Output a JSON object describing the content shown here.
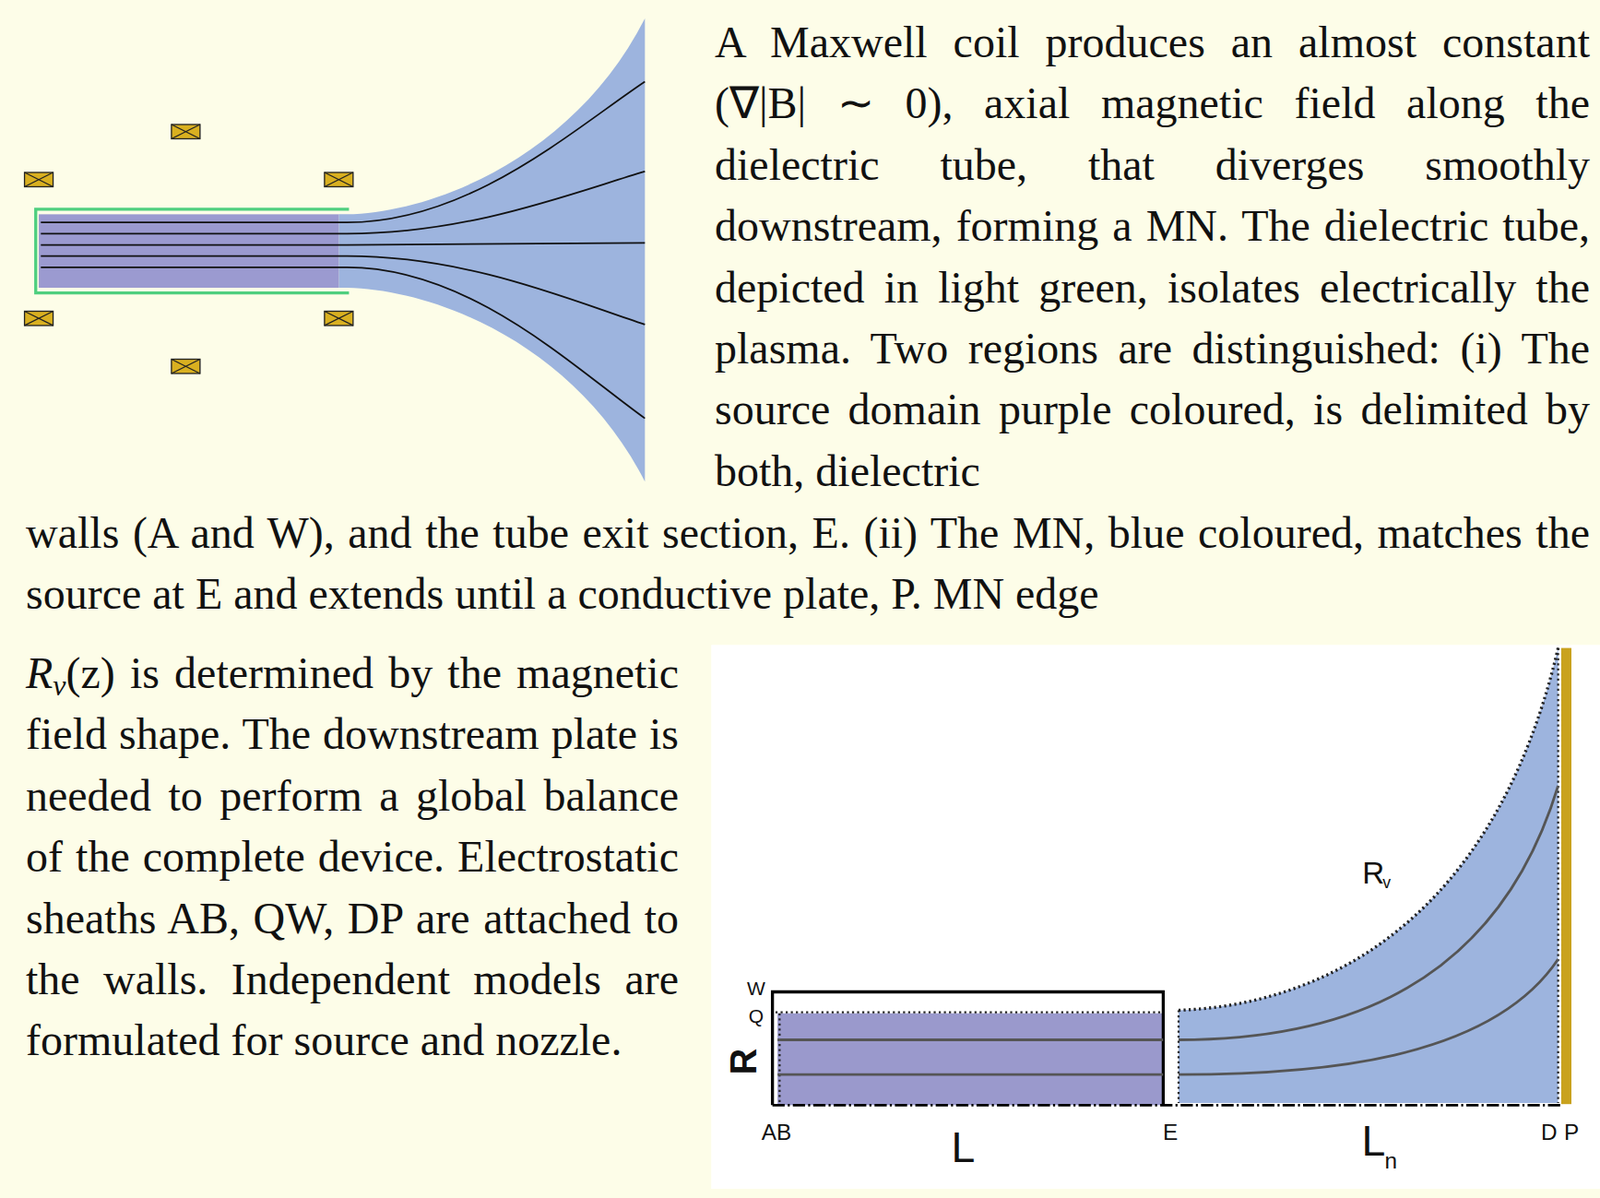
{
  "diagram": {
    "labels": [
      "A Maxwell coil produces an almost constant (∇|B| ∼ 0), axial magnetic field along the dielectric tube, that diverges smoothly downstream, forming a MN. The dielectric tube, depicted in light green, isolates electrically the plasma. Two regions are distinguished: (i) The source domain purple coloured, is delimited by both, dielectric",
      "walls (A and W), and the tube exit section, E. (ii) The MN, blue coloured, matches the source at E and extends until a conductive plate, P. MN edge",
      "R",
      "v",
      "(z) is determined by the magnetic field shape. The downstream plate is needed to perform a global balance of the complete device. Electrostatic sheaths AB, QW, DP are attached to the walls. Independent models are formulated for source and nozzle.",
      "W",
      "Q",
      "R",
      "AB",
      "L",
      "E",
      "L",
      "n",
      "D",
      "P",
      "R",
      "v"
    ]
  }
}
